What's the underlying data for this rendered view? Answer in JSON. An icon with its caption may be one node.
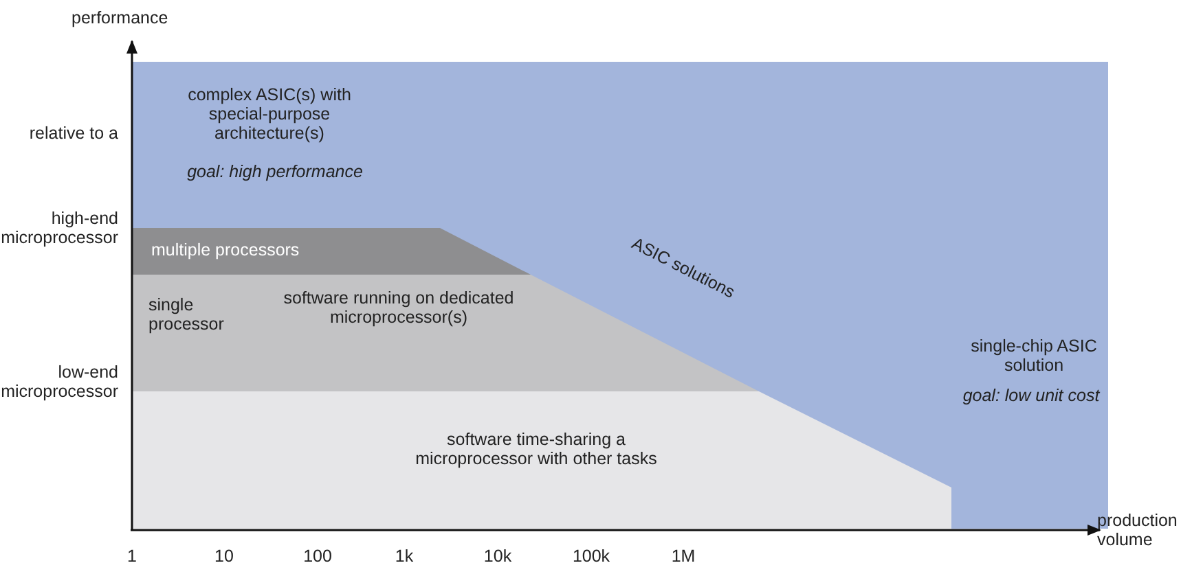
{
  "diagram": {
    "nodes": [
      {
        "text": [
          "complex ASIC(s) with special-purpose architecture(s)",
          "goal: high performance",
          "ASIC solutions",
          "single-chip ASIC solution",
          "goal: low unit cost"
        ]
      },
      {
        "text": [
          "multiple processors"
        ],
        "in": 0
      },
      {
        "text": [
          "single processor",
          "software running on dedicated microprocessor(s)"
        ],
        "in": 0
      },
      {
        "text": [
          "software time-sharing a microprocessor with other tasks"
        ],
        "in": 0
      }
    ],
    "labels": [
      "performance",
      "relative to a",
      "high-end microprocessor",
      "low-end microprocessor",
      "production volume",
      "1",
      "10",
      "100",
      "1k",
      "10k",
      "100k",
      "1M"
    ]
  }
}
